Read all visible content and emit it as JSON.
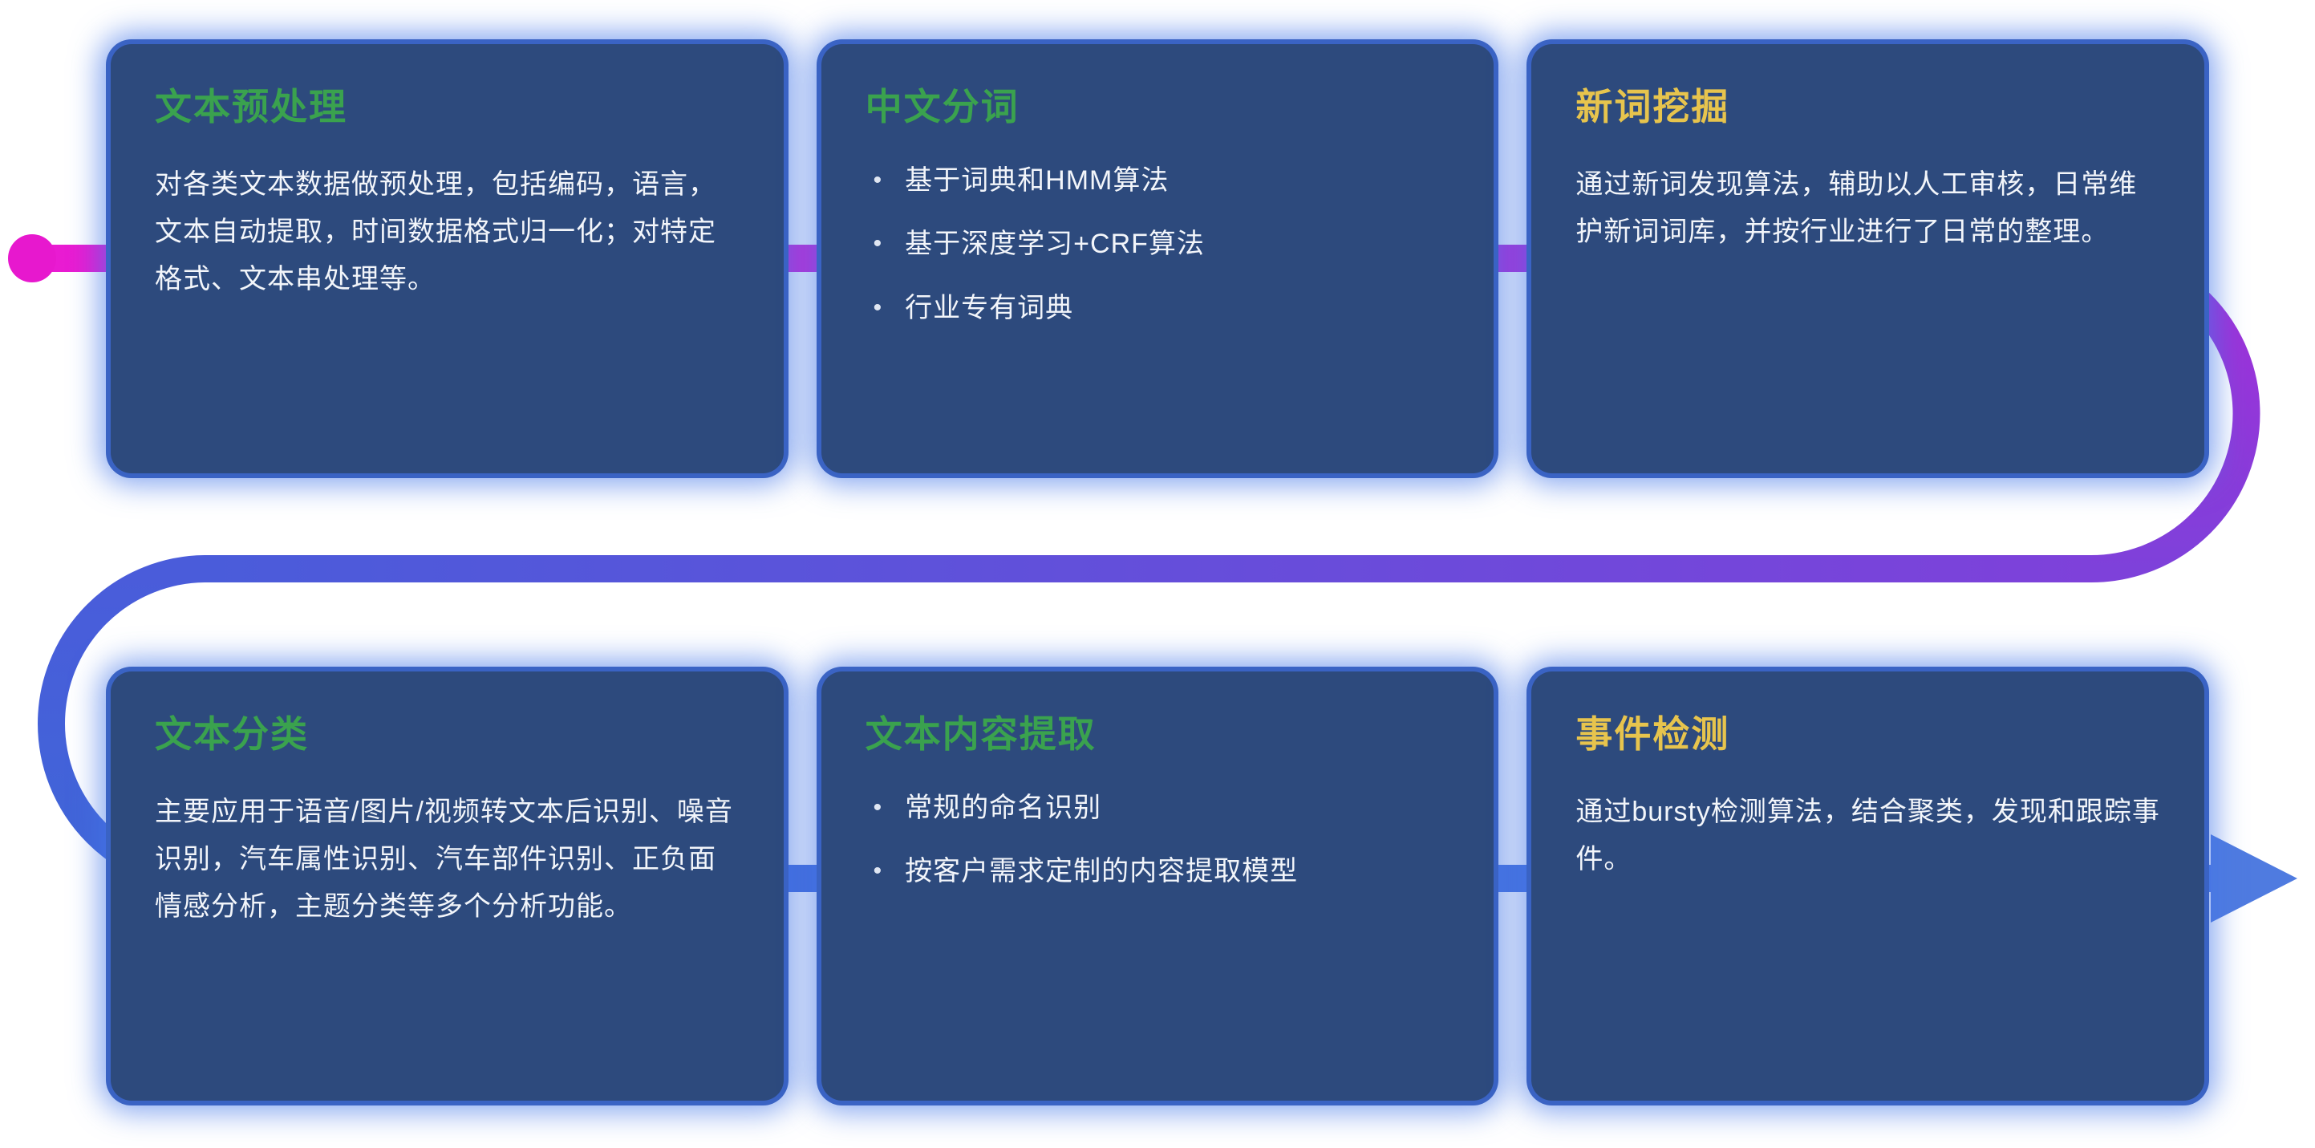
{
  "flow": {
    "dot_color": "#e718ce",
    "top_gradient": [
      "#ea1bd2",
      "#a42fd8"
    ],
    "right_curve_gradient": [
      "#a42fd8",
      "#7e41da"
    ],
    "middle_gradient": [
      "#4a5cda",
      "#7e41da"
    ],
    "left_curve_gradient": [
      "#4a5cda",
      "#3f66d8"
    ],
    "bottom_gradient": [
      "#3f66d8",
      "#4a77e0"
    ],
    "arrow_color": "#4f7be0"
  },
  "cards": [
    {
      "title": "文本预处理",
      "title_color": "#3aa24e",
      "body": "对各类文本数据做预处理，包括编码，语言，文本自动提取，时间数据格式归一化；对特定格式、文本串处理等。"
    },
    {
      "title": "中文分词",
      "title_color": "#3aa24e",
      "bullets": [
        "基于词典和HMM算法",
        "基于深度学习+CRF算法",
        "行业专有词典"
      ]
    },
    {
      "title": "新词挖掘",
      "title_color": "#e7c44d",
      "body": "通过新词发现算法，辅助以人工审核，日常维护新词词库，并按行业进行了日常的整理。"
    },
    {
      "title": "文本分类",
      "title_color": "#3aa24e",
      "body": "主要应用于语音/图片/视频转文本后识别、噪音识别，汽车属性识别、汽车部件识别、正负面情感分析，主题分类等多个分析功能。"
    },
    {
      "title": "文本内容提取",
      "title_color": "#3aa24e",
      "bullets": [
        "常规的命名识别",
        "按客户需求定制的内容提取模型"
      ]
    },
    {
      "title": "事件检测",
      "title_color": "#e7c44d",
      "body": "通过bursty检测算法，结合聚类，发现和跟踪事件。"
    }
  ]
}
